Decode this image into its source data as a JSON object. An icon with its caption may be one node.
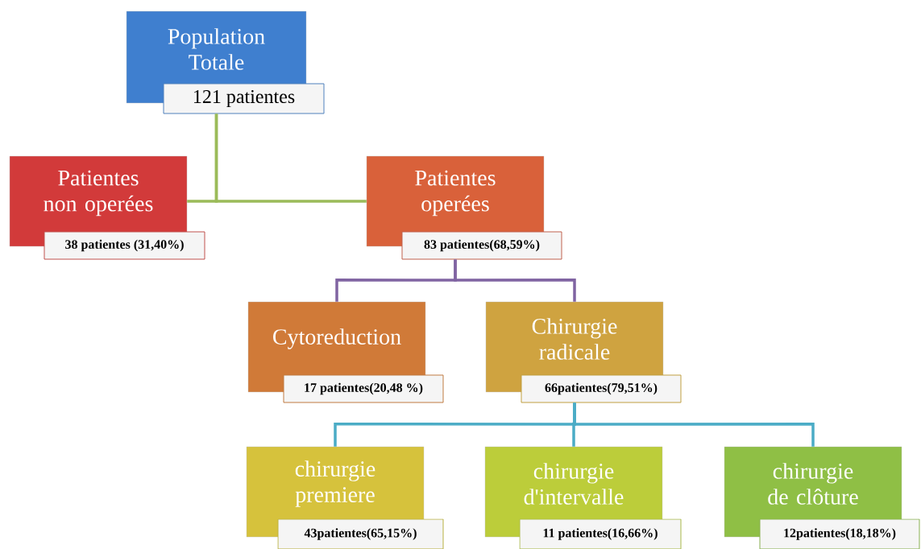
{
  "diagram": {
    "nodes": [
      {
        "text": [
          "Population Totale",
          "121 patientes"
        ]
      },
      {
        "text": [
          "Patientes non operées",
          "38 patientes (31,40%)"
        ]
      },
      {
        "text": [
          "Patientes operées",
          "83 patientes(68,59%)"
        ]
      },
      {
        "text": [
          "Cytoreduction",
          "17 patientes(20,48 %)"
        ]
      },
      {
        "text": [
          "Chirurgie radicale",
          "66patientes(79,51%)"
        ]
      },
      {
        "text": [
          "chirurgie premiere",
          "43patientes(65,15%)"
        ]
      },
      {
        "text": [
          "chirurgie d'intervalle",
          "11 patientes(16,66%)"
        ]
      },
      {
        "text": [
          "chirurgie de clôture",
          "12patientes(18,18%)"
        ]
      }
    ],
    "edges": [
      {
        "from": 0,
        "to": 1,
        "arrow": "none",
        "color": "#9bbb59"
      },
      {
        "from": 0,
        "to": 2,
        "arrow": "none",
        "color": "#9bbb59"
      },
      {
        "from": 2,
        "to": 3,
        "arrow": "none",
        "color": "#8064a2"
      },
      {
        "from": 2,
        "to": 4,
        "arrow": "none",
        "color": "#8064a2"
      },
      {
        "from": 4,
        "to": 5,
        "arrow": "none",
        "color": "#4bacc6"
      },
      {
        "from": 4,
        "to": 6,
        "arrow": "none",
        "color": "#4bacc6"
      },
      {
        "from": 4,
        "to": 7,
        "arrow": "none",
        "color": "#4bacc6"
      }
    ]
  }
}
